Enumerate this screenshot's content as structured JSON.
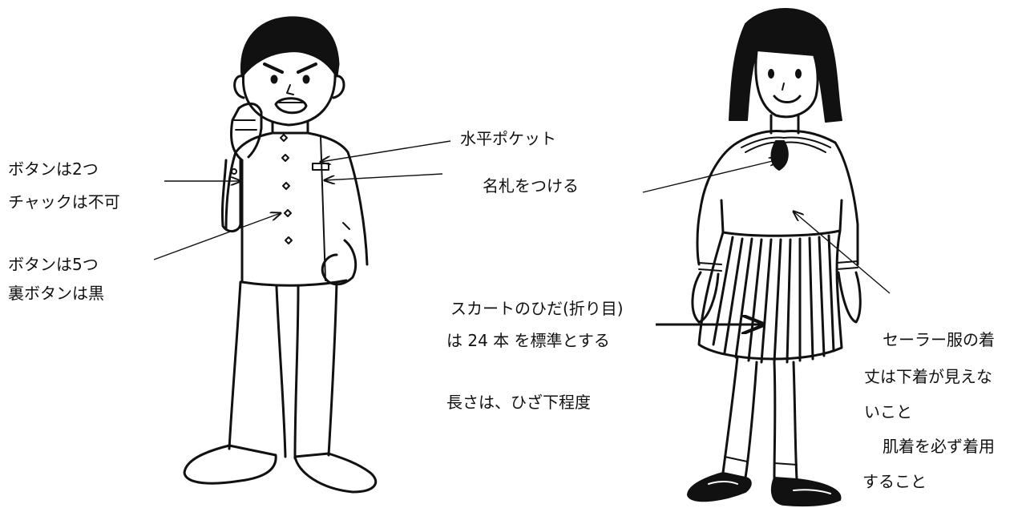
{
  "labels": {
    "pocket": "水平ポケット",
    "nametag": "名札をつける",
    "sleeve_buttons_1": "ボタンは2つ",
    "sleeve_buttons_2": "チャックは不可",
    "front_buttons_1": "ボタンは5つ",
    "front_buttons_2": "裏ボタンは黒",
    "skirt_pleats_1": "スカートのひだ(折り目)",
    "skirt_pleats_2": "は 24 本 を標準とする",
    "skirt_length": "長さは、ひざ下程度",
    "sailor_length_1": "セーラー服の着",
    "sailor_length_2": "丈は下着が見えな",
    "sailor_length_3": "いこと",
    "underwear_1": "肌着を必ず着用",
    "underwear_2": "すること"
  },
  "icons": {
    "boy": "boy-gakuran-figure-icon",
    "girl": "girl-sailor-uniform-figure-icon"
  },
  "colors": {
    "line": "#111111",
    "background": "#ffffff"
  }
}
